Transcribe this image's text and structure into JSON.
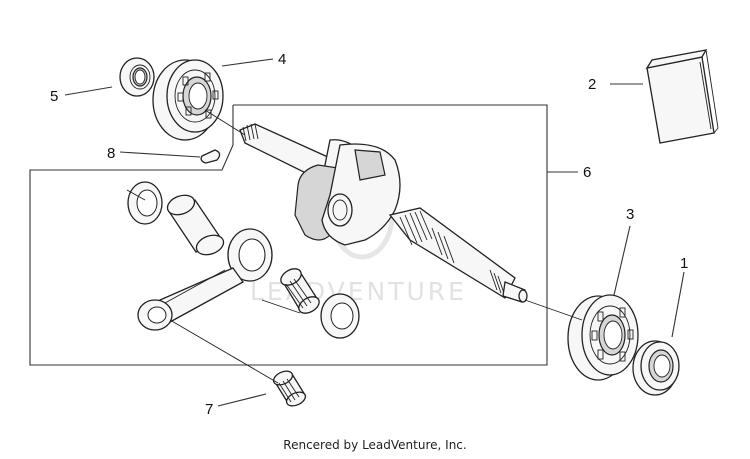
{
  "watermark": "LEADVENTURE",
  "footer": "Rencered by LeadVenture, Inc.",
  "callouts": [
    {
      "id": "1",
      "label": "1"
    },
    {
      "id": "2",
      "label": "2"
    },
    {
      "id": "3",
      "label": "3"
    },
    {
      "id": "4",
      "label": "4"
    },
    {
      "id": "5",
      "label": "5"
    },
    {
      "id": "6",
      "label": "6"
    },
    {
      "id": "7",
      "label": "7"
    },
    {
      "id": "8",
      "label": "8"
    }
  ]
}
